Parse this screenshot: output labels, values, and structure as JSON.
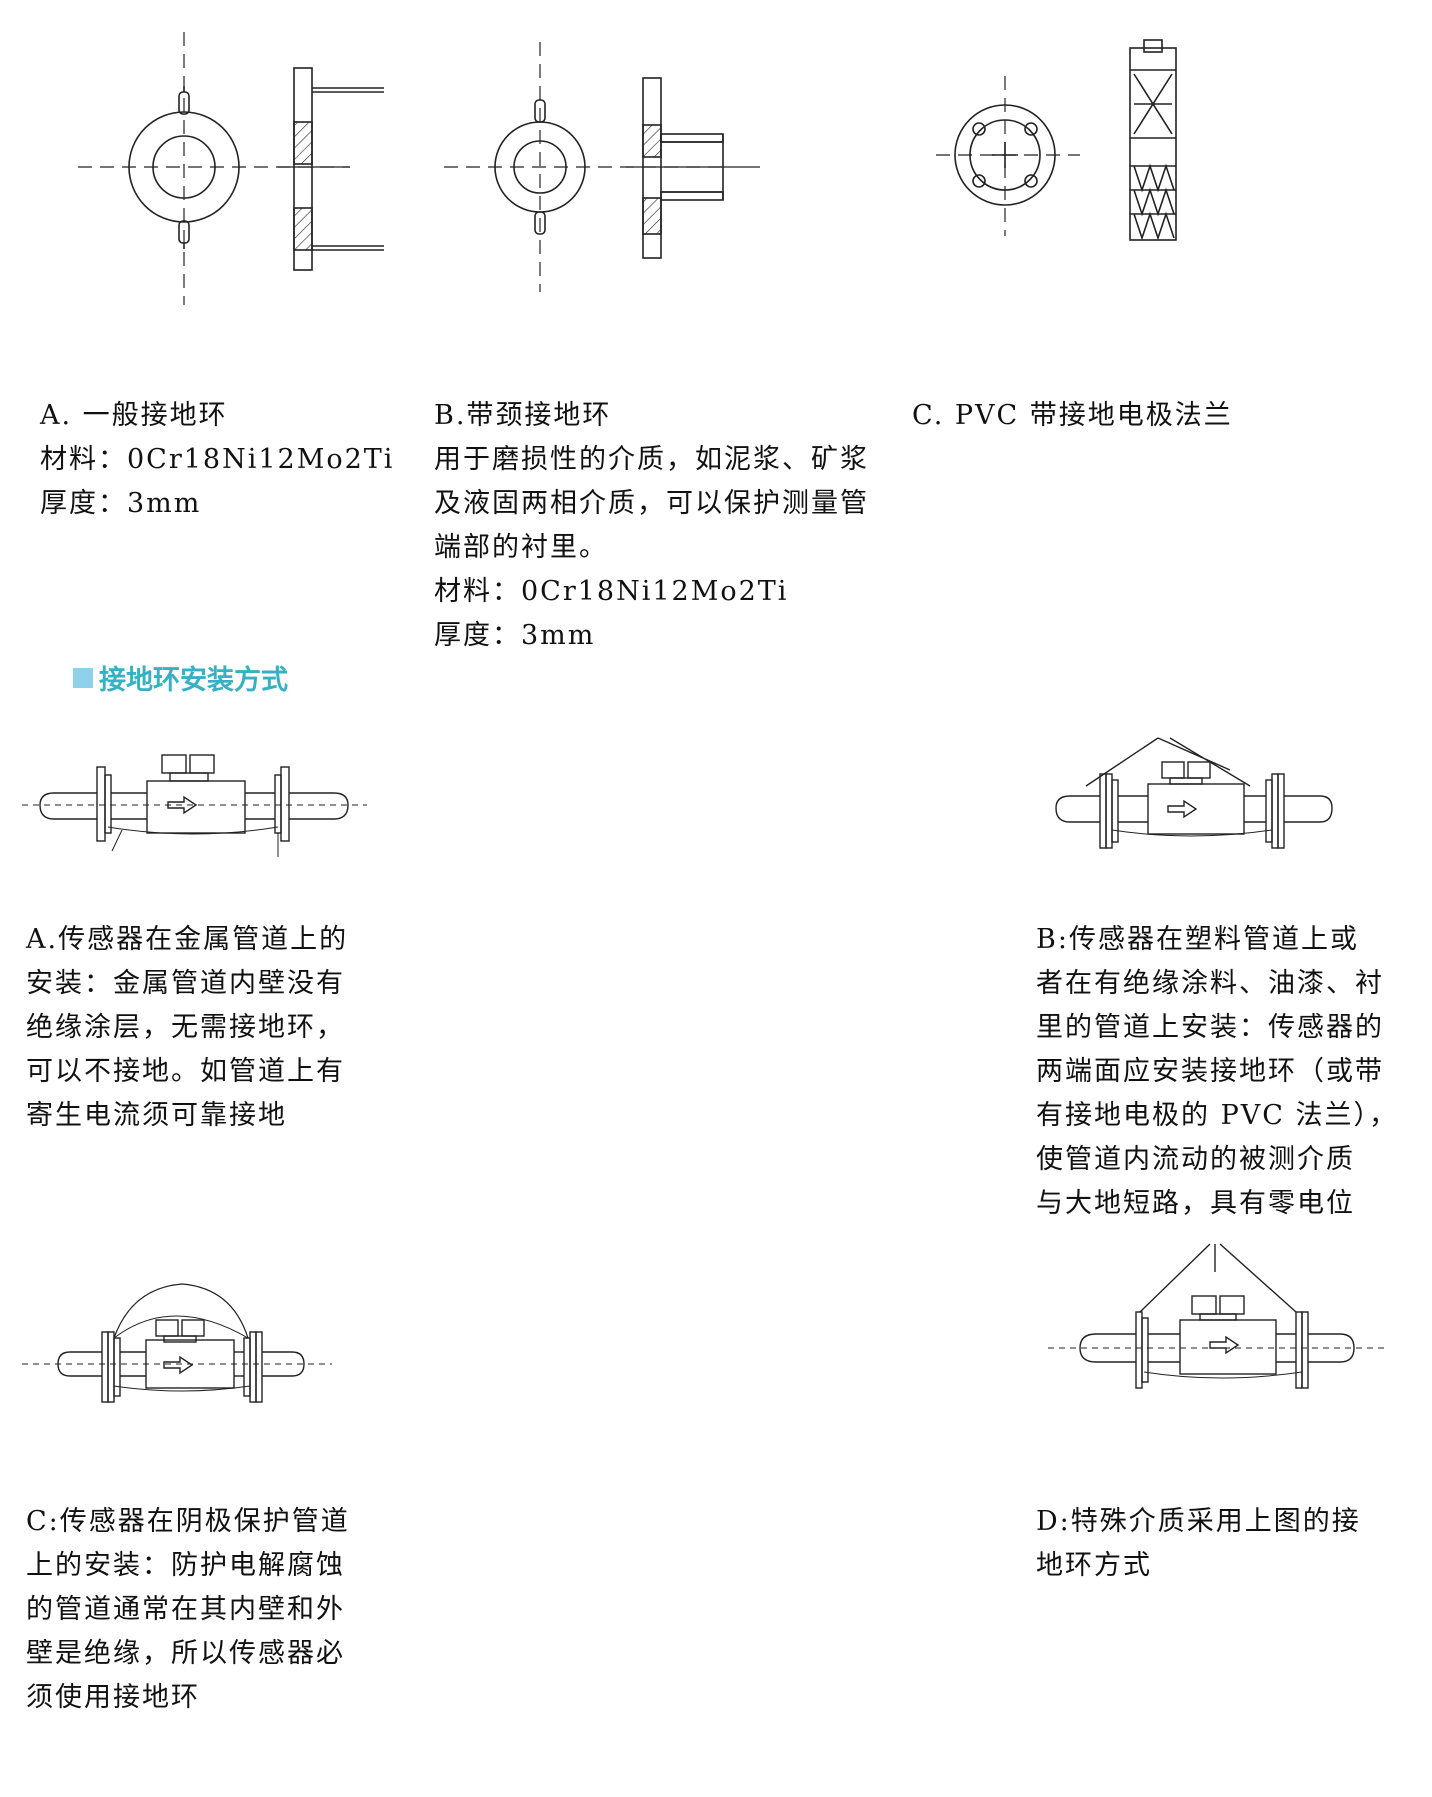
{
  "ring_types": {
    "a": {
      "title": "A.  一般接地环",
      "lines": [
        "材料：0Cr18Ni12Mo2Ti",
        "厚度：3mm"
      ]
    },
    "b": {
      "title": "B.带颈接地环",
      "lines": [
        "用于磨损性的介质，如泥浆、矿浆",
        "及液固两相介质，可以保护测量管",
        "端部的衬里。",
        "材料：0Cr18Ni12Mo2Ti",
        "厚度：3mm"
      ]
    },
    "c": {
      "title": "C. PVC 带接地电极法兰"
    }
  },
  "install_section": {
    "heading": "接地环安装方式"
  },
  "installs": {
    "a": [
      "A.传感器在金属管道上的",
      "安装：金属管道内壁没有",
      "绝缘涂层，无需接地环，",
      "可以不接地。如管道上有",
      "寄生电流须可靠接地"
    ],
    "b": [
      "B:传感器在塑料管道上或",
      "者在有绝缘涂料、油漆、衬",
      "里的管道上安装：传感器的",
      "两端面应安装接地环（或带",
      "有接地电极的 PVC 法兰），",
      "使管道内流动的被测介质",
      "与大地短路，具有零电位"
    ],
    "c": [
      "C:传感器在阴极保护管道",
      "上的安装：防护电解腐蚀",
      "的管道通常在其内壁和外",
      "壁是绝缘，所以传感器必",
      "须使用接地环"
    ],
    "d": [
      "D:特殊介质采用上图的接",
      "地环方式"
    ]
  },
  "colors": {
    "section_text": "#36b1c4",
    "section_square": "#8fd0ea"
  }
}
